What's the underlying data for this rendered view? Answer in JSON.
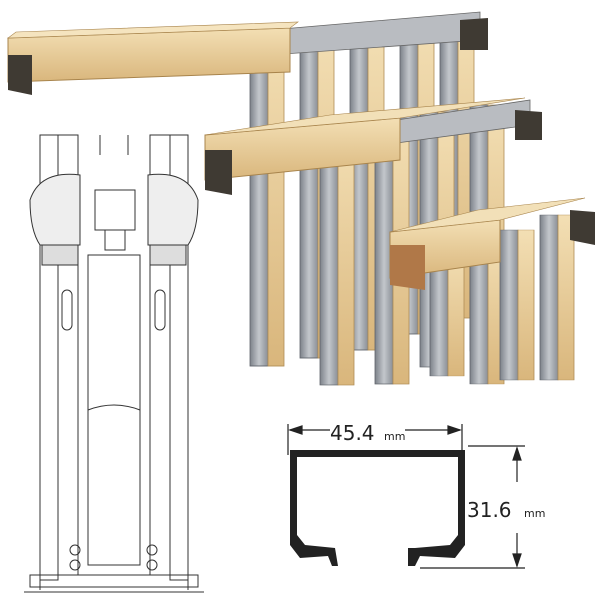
{
  "product": {
    "kits": [
      "large-frame-kit",
      "medium-frame-kit",
      "small-frame-kit"
    ]
  },
  "profile": {
    "width_value": "45.4",
    "width_unit": "mm",
    "height_value": "31.6",
    "height_unit": "mm"
  },
  "colors": {
    "wood": "#e9cf9c",
    "wood_dark": "#c9a66c",
    "steel": "#a9adb3",
    "steel_dark": "#6f747b",
    "bracket": "#4a4640"
  }
}
